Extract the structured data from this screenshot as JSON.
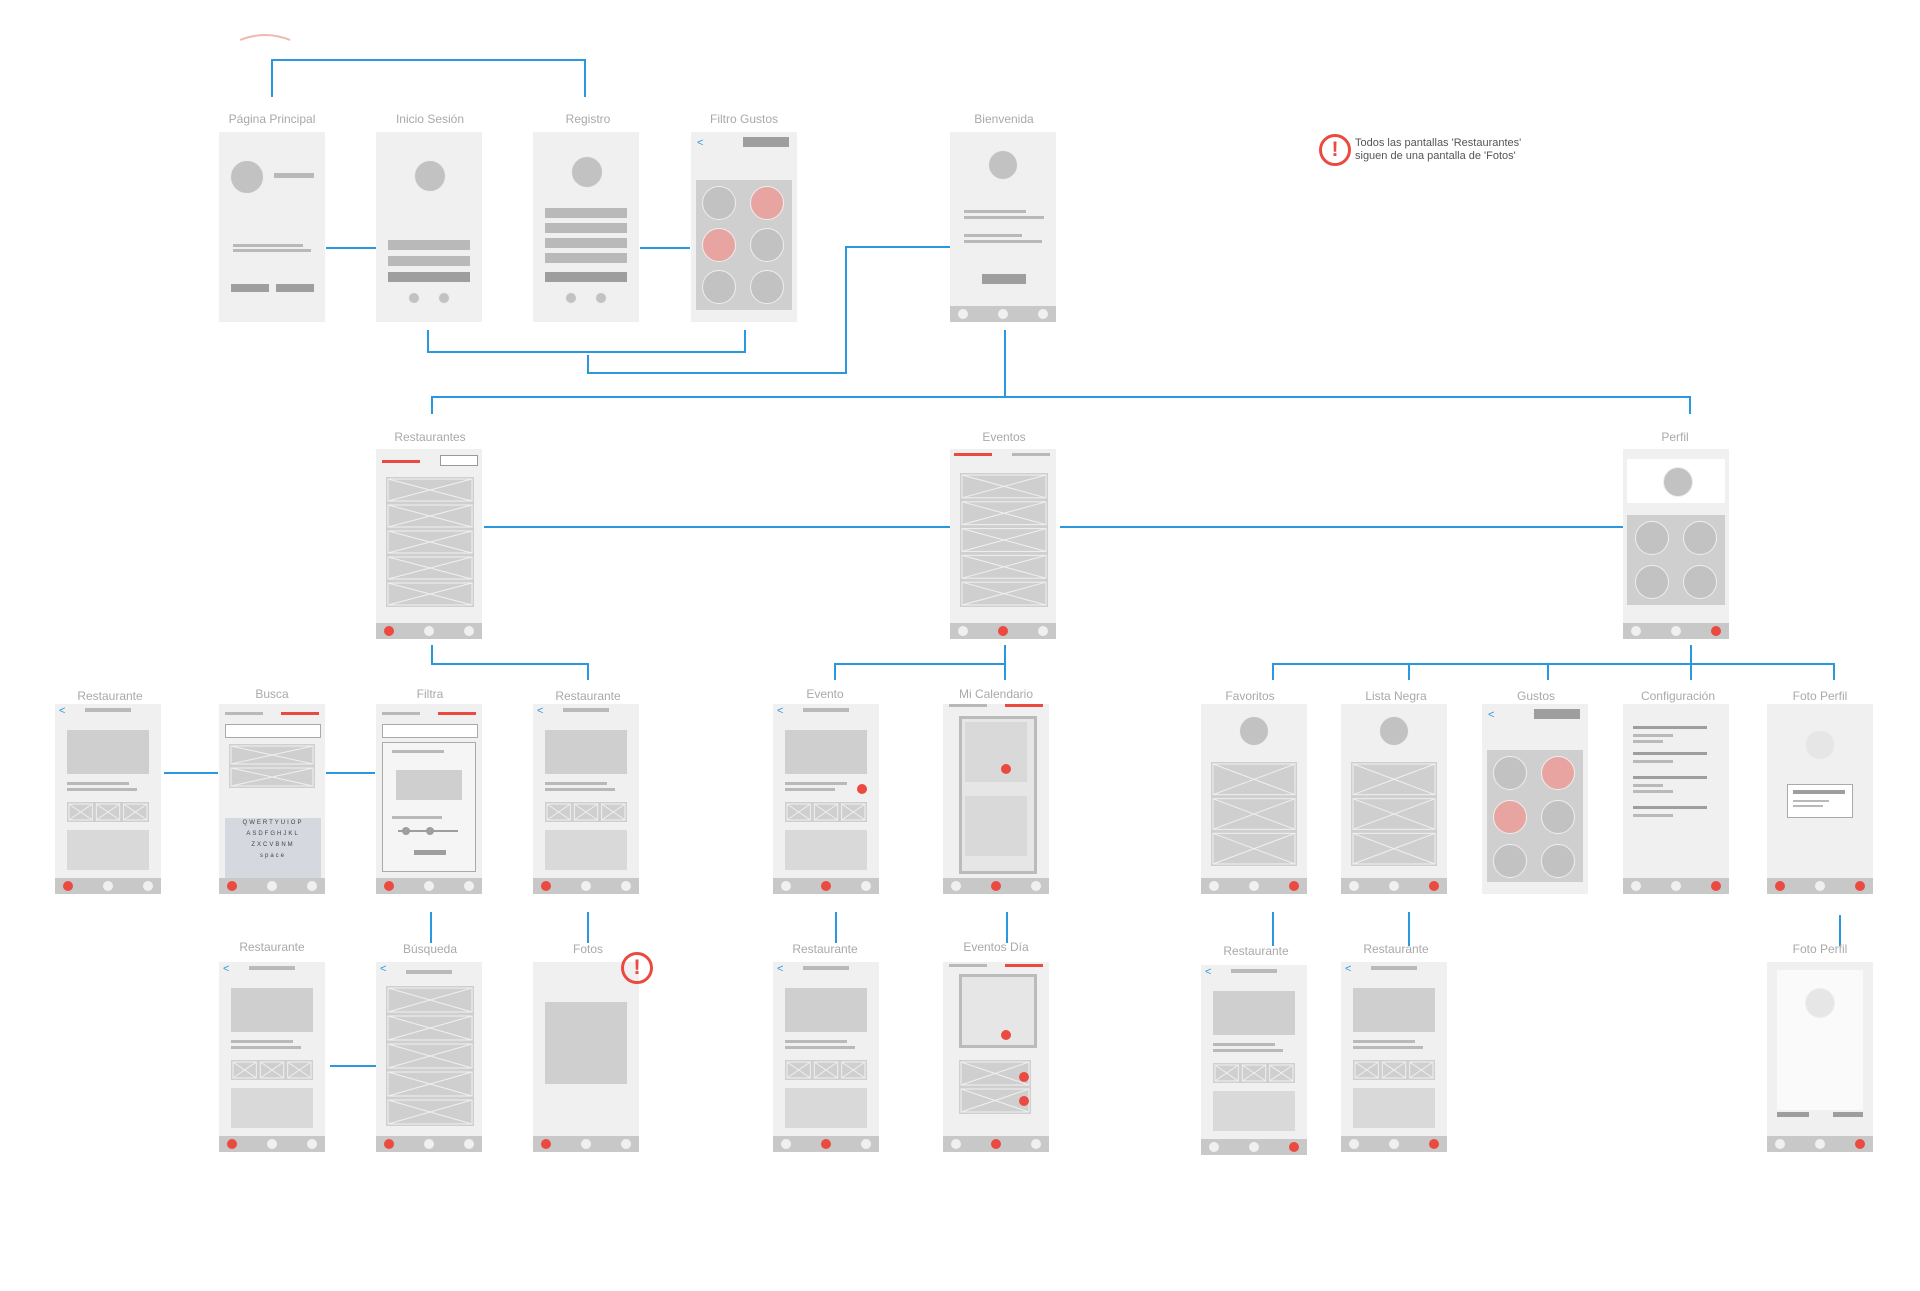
{
  "labels": {
    "pagina_principal": "Página Principal",
    "inicio_sesion": "Inicio Sesión",
    "registro": "Registro",
    "filtro_gustos": "Filtro Gustos",
    "bienvenida": "Bienvenida",
    "restaurantes": "Restaurantes",
    "eventos": "Eventos",
    "perfil": "Perfil",
    "restaurante": "Restaurante",
    "busca": "Busca",
    "filtra": "Filtra",
    "evento": "Evento",
    "mi_calendario": "Mi Calendario",
    "favoritos": "Favoritos",
    "lista_negra": "Lista Negra",
    "gustos": "Gustos",
    "configuracion": "Configuración",
    "foto_perfil": "Foto Perfil",
    "busqueda": "Búsqueda",
    "fotos": "Fotos",
    "eventos_dia": "Eventos Día"
  },
  "note": {
    "line1": "Todos las pantallas 'Restaurantes'",
    "line2": "siguen de una pantalla de 'Fotos'"
  },
  "alert_symbol": "!",
  "keyboard": {
    "row1": "QWERTYUIOP",
    "row2": "ASDFGHJKL",
    "row3": "ZXCVBNM",
    "space": "space"
  },
  "colors": {
    "connector": "#2a98de",
    "accent": "#ea4a3f",
    "highlight": "#e8a4a0",
    "screen": "#f0f0f0",
    "label": "#a9a9a9"
  }
}
